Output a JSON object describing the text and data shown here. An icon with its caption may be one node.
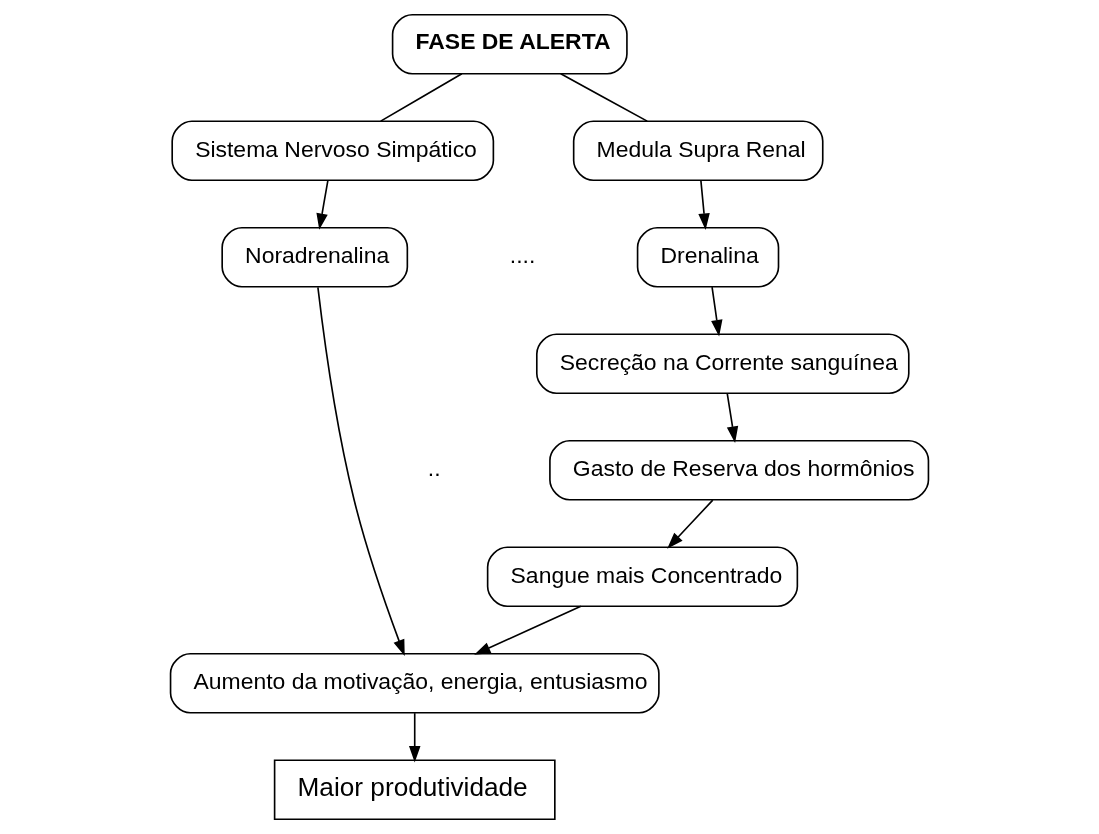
{
  "diagram": {
    "nodes": [
      {
        "text": [
          "FASE DE ALERTA"
        ]
      },
      {
        "text": [
          "Sistema Nervoso Simpático"
        ]
      },
      {
        "text": [
          "Medula Supra Renal"
        ]
      },
      {
        "text": [
          "Noradrenalina"
        ]
      },
      {
        "text": [
          "Drenalina"
        ]
      },
      {
        "text": [
          "Secreção na Corrente sanguínea"
        ]
      },
      {
        "text": [
          "Gasto de Reserva dos hormônios"
        ]
      },
      {
        "text": [
          "Sangue mais Concentrado"
        ]
      },
      {
        "text": [
          "Aumento da motivação, energia, entusiasmo"
        ]
      },
      {
        "text": [
          "Maior produtividade"
        ]
      }
    ],
    "edges": [
      {
        "from": 0,
        "to": 1,
        "arrow": "none"
      },
      {
        "from": 0,
        "to": 2,
        "arrow": "none"
      },
      {
        "from": 1,
        "to": 3,
        "arrow": "to"
      },
      {
        "from": 2,
        "to": 4,
        "arrow": "to"
      },
      {
        "from": 3,
        "to": 8,
        "arrow": "to"
      },
      {
        "from": 4,
        "to": 5,
        "arrow": "to"
      },
      {
        "from": 5,
        "to": 6,
        "arrow": "to"
      },
      {
        "from": 6,
        "to": 7,
        "arrow": "to"
      },
      {
        "from": 7,
        "to": 8,
        "arrow": "to"
      },
      {
        "from": 8,
        "to": 9,
        "arrow": "to"
      }
    ],
    "labels": [
      "....",
      ".."
    ]
  }
}
